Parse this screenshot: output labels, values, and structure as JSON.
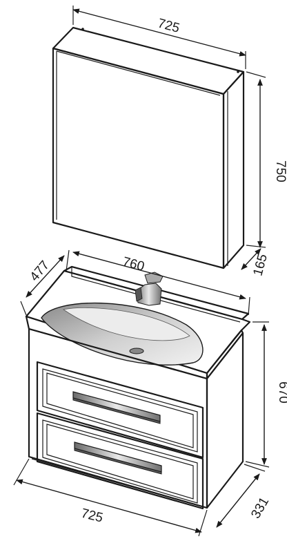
{
  "dimensions": {
    "mirror_width": "725",
    "mirror_height": "750",
    "mirror_depth": "165",
    "sink_width": "760",
    "sink_depth": "477",
    "cabinet_height": "670",
    "cabinet_width": "725",
    "cabinet_depth": "331"
  }
}
